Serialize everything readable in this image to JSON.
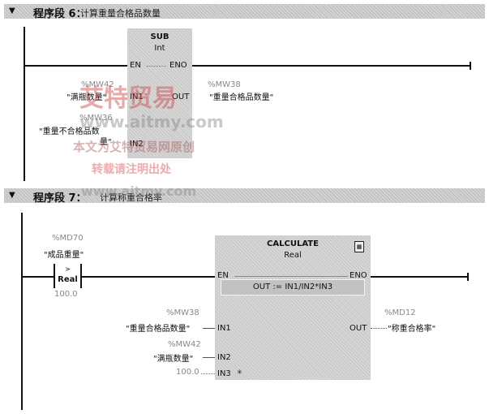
{
  "network6": {
    "label": "程序段 6：",
    "comment": "计算重量合格品数量",
    "block": {
      "name": "SUB",
      "type": "Int",
      "en": "EN",
      "eno": "ENO",
      "in1": "IN1",
      "in2": "IN2",
      "out": "OUT"
    },
    "in1_addr": "%MW42",
    "in1_tag": "\"满瓶数量\"",
    "in2_addr": "%MW36",
    "in2_tag_line1": "\"重量不合格品数",
    "in2_tag_line2": "量\"",
    "out_addr": "%MW38",
    "out_tag": "\"重量合格品数量\""
  },
  "network7": {
    "label": "程序段 7：",
    "comment": "计算称重合格率",
    "contact": {
      "addr": "%MD70",
      "tag": "\"成品重量\"",
      "op": ">",
      "type": "Real",
      "value": "100.0"
    },
    "block": {
      "name": "CALCULATE",
      "type": "Real",
      "en": "EN",
      "eno": "ENO",
      "formula": "OUT :=   IN1/IN2*IN3",
      "in1": "IN1",
      "in2": "IN2",
      "in3": "IN3",
      "out": "OUT",
      "icon": "calculator-icon"
    },
    "in1_addr": "%MW38",
    "in1_tag": "\"重量合格品数量\"",
    "in2_addr": "%MW42",
    "in2_tag": "\"满瓶数量\"",
    "in3_value": "100.0",
    "out_addr": "%MD12",
    "out_tag": "\"称重合格率\""
  },
  "watermark": {
    "brand": "艾特贸易",
    "url": "www.aitmy.com",
    "line1": "本文为艾特贸易网原创",
    "line2": "转载请注明出处",
    "url2": "www.aitmy.com"
  }
}
